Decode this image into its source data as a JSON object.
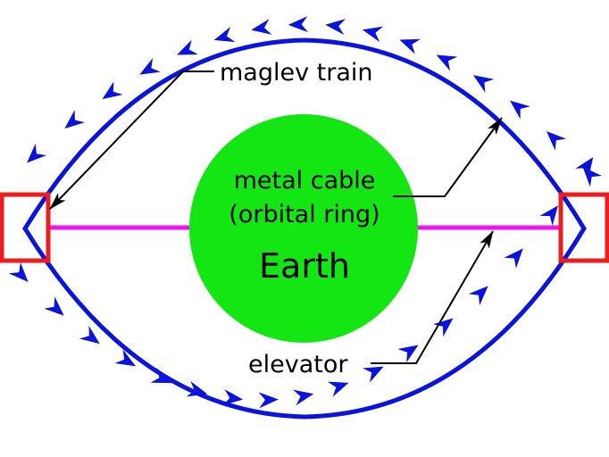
{
  "labels": {
    "maglev": "maglev train",
    "cable_line1": "metal cable",
    "cable_line2": "(orbital ring)",
    "earth": "Earth",
    "elevator": "elevator"
  },
  "colors": {
    "ring": "#0a14dc",
    "earth": "#14e614",
    "elevator": "#ee14ee",
    "station": "#ee1c1c",
    "text": "#000000"
  },
  "icons": {
    "flow_arrow": "chevron-arrowhead",
    "pointer": "arrow-pointer"
  }
}
